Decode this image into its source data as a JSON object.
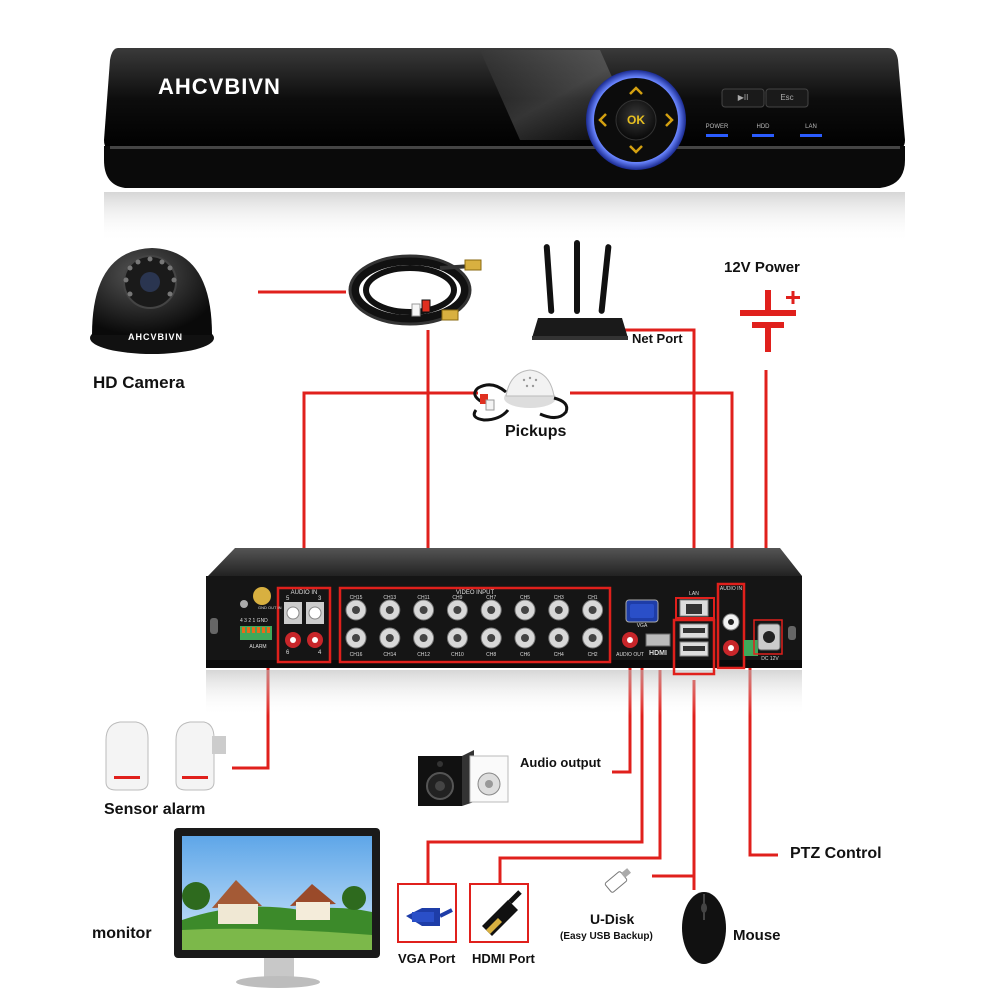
{
  "brand": "AHCVBIVN",
  "front_panel": {
    "ok_label": "OK",
    "btn_play": "▶II",
    "btn_esc": "Esc",
    "leds": [
      "POWER",
      "HDD",
      "LAN"
    ]
  },
  "rear_panel": {
    "audio_in_group": "AUDIO IN",
    "video_input_group": "VIDEO INPUT",
    "audio_in_right": "AUDIO IN",
    "audio_in_nums_top": [
      "5",
      "3"
    ],
    "audio_in_nums_bottom": [
      "6",
      "4"
    ],
    "ch_top": [
      "CH15",
      "CH13",
      "CH11",
      "CH9",
      "CH7",
      "CH5",
      "CH3",
      "CH1"
    ],
    "ch_bottom": [
      "CH16",
      "CH14",
      "CH12",
      "CH10",
      "CH8",
      "CH6",
      "CH4",
      "CH2"
    ],
    "vga": "VGA",
    "hdmi": "HDMI",
    "audio_out": "AUDIO OUT",
    "lan": "LAN",
    "dc": "DC 12V",
    "alarm": "ALARM",
    "alarm_pins": "4 3 2 1 GND",
    "alarm_pins_b": "GND OUT IN"
  },
  "labels": {
    "hd_camera": "HD Camera",
    "pickups": "Pickups",
    "net_port": "Net Port",
    "power": "12V Power",
    "sensor_alarm": "Sensor alarm",
    "audio_output": "Audio output",
    "ptz_control": "PTZ Control",
    "monitor": "monitor",
    "vga_port": "VGA Port",
    "hdmi_port": "HDMI Port",
    "u_disk": "U-Disk",
    "u_disk_sub": "(Easy USB Backup)",
    "mouse": "Mouse"
  },
  "colors": {
    "wire": "#e0201c",
    "dvr_body": "#141414",
    "front_blue": "#1a3de0"
  }
}
